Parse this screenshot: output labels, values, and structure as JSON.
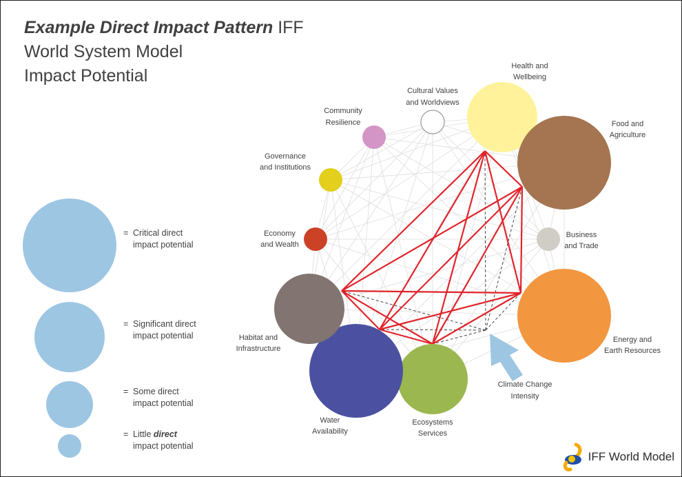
{
  "title": {
    "line1_emph": "Example Direct Impact Pattern",
    "line1_rest": "IFF",
    "line2": "World System Model",
    "line3": "Impact Potential"
  },
  "legend": [
    {
      "level": "critical",
      "line1": "Critical direct",
      "line2": "impact potential"
    },
    {
      "level": "significant",
      "line1": "Significant direct",
      "line2": "impact potential"
    },
    {
      "level": "some",
      "line1": "Some direct",
      "line2": "impact potential"
    },
    {
      "level": "little",
      "line1_pre": "Little ",
      "line1_emph": "direct",
      "line2": "impact potential"
    }
  ],
  "legend_color": "#9dc6e3",
  "nodes": [
    {
      "id": "health",
      "label": [
        "Health and",
        "Wellbeing"
      ],
      "color": "#fff29a",
      "impact": "significant"
    },
    {
      "id": "food",
      "label": [
        "Food and",
        "Agriculture"
      ],
      "color": "#a47550",
      "impact": "critical"
    },
    {
      "id": "business",
      "label": [
        "Business",
        "and Trade"
      ],
      "color": "#d0ccc6",
      "impact": "little"
    },
    {
      "id": "energy",
      "label": [
        "Energy and",
        "Earth Resources"
      ],
      "color": "#f2963f",
      "impact": "critical"
    },
    {
      "id": "ecosystems",
      "label": [
        "Ecosystems",
        "Services"
      ],
      "color": "#9bb74f",
      "impact": "significant"
    },
    {
      "id": "water",
      "label": [
        "Water",
        "Availability"
      ],
      "color": "#4b51a0",
      "impact": "critical"
    },
    {
      "id": "habitat",
      "label": [
        "Habitat and",
        "Infrastructure"
      ],
      "color": "#827470",
      "impact": "significant"
    },
    {
      "id": "economy",
      "label": [
        "Economy",
        "and Wealth"
      ],
      "color": "#cc4227",
      "impact": "little"
    },
    {
      "id": "governance",
      "label": [
        "Governance",
        "and Institutions"
      ],
      "color": "#e3cf1c",
      "impact": "little"
    },
    {
      "id": "community",
      "label": [
        "Community",
        "Resilience"
      ],
      "color": "#d295c6",
      "impact": "little"
    },
    {
      "id": "cultural",
      "label": [
        "Cultural Values",
        "and Worldviews"
      ],
      "color": "#ffffff",
      "impact": "none"
    }
  ],
  "climate": {
    "label": [
      "Climate Change",
      "Intensity"
    ],
    "color": "#9dc6e3"
  },
  "line_colors": {
    "direct": "#e0242b",
    "background": "#dddddd",
    "climate": "#333333"
  },
  "logo": {
    "text": "IFF World Model"
  }
}
